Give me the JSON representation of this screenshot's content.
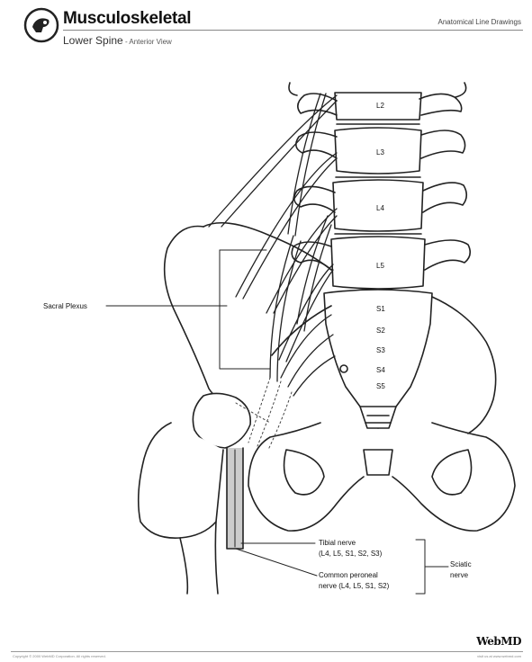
{
  "header": {
    "title": "Musculoskeletal",
    "subtitle_main": "Lower Spine",
    "subtitle_separator": " - ",
    "subtitle_detail": "Anterior View",
    "category": "Anatomical Line Drawings"
  },
  "labels": {
    "vertebrae": [
      "L2",
      "L3",
      "L4",
      "L5",
      "S1",
      "S2",
      "S3",
      "S4",
      "S5"
    ],
    "sacral_plexus": "Sacral Plexus",
    "tibial_line1": "Tibial nerve",
    "tibial_line2": "(L4, L5, S1, S2, S3)",
    "peroneal_line1": "Common peroneal",
    "peroneal_line2": "nerve (L4, L5, S1, S2)",
    "sciatic_line1": "Sciatic",
    "sciatic_line2": "nerve"
  },
  "footer": {
    "brand": "WebMD",
    "copyright": "Copyright © 2000 WebMD Corporation. All rights reserved.",
    "url": "visit us at www.webmd.com"
  }
}
